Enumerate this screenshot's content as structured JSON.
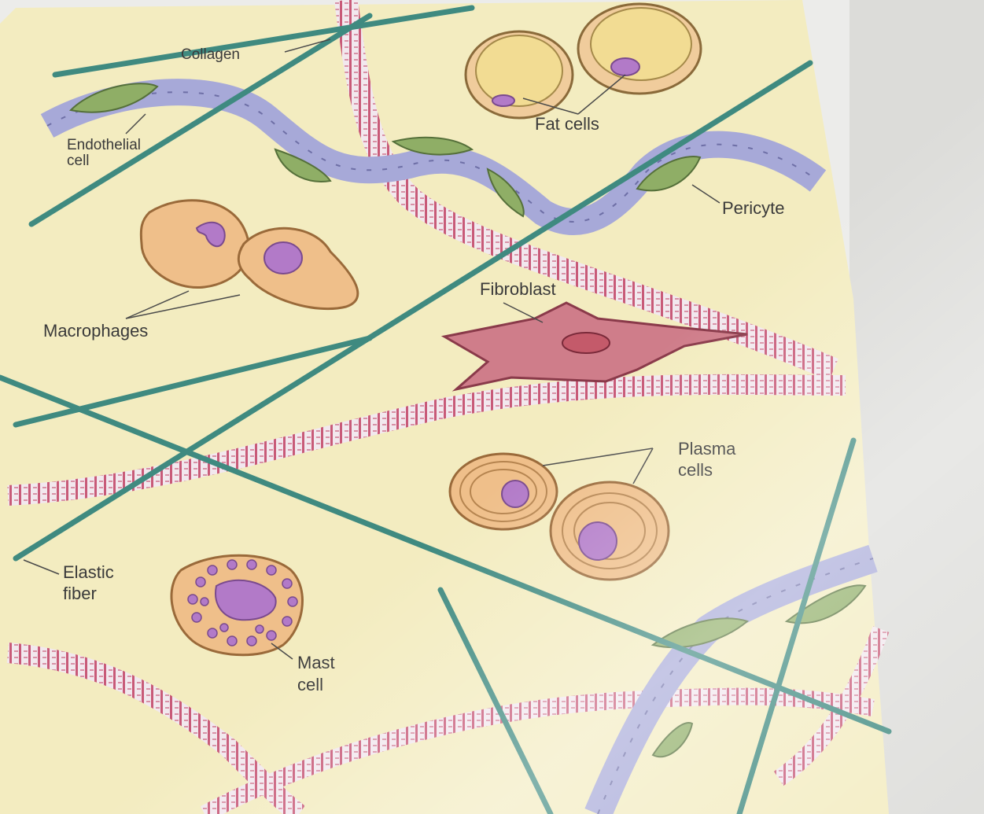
{
  "diagram": {
    "labels": {
      "collagen": "Collagen",
      "fat_cells": "Fat cells",
      "endothelial_1": "Endothelial",
      "endothelial_2": "cell",
      "pericyte": "Pericyte",
      "macrophages": "Macrophages",
      "fibroblast": "Fibroblast",
      "plasma_1": "Plasma",
      "plasma_2": "cells",
      "elastic_1": "Elastic",
      "elastic_2": "fiber",
      "mast_1": "Mast",
      "mast_2": "cell"
    },
    "colors": {
      "background_page": "#f3ecc0",
      "elastic_fiber": "#3f8a80",
      "collagen_fill": "#f2e8ee",
      "collagen_stripe": "#c85a78",
      "vessel": "#a7a9d8",
      "pericyte": "#8fae66",
      "cell_body": "#efbf8a",
      "nucleus": "#b27ac8",
      "fibroblast": "#cf7d8a",
      "fat_cell": "#f2dc93"
    }
  }
}
